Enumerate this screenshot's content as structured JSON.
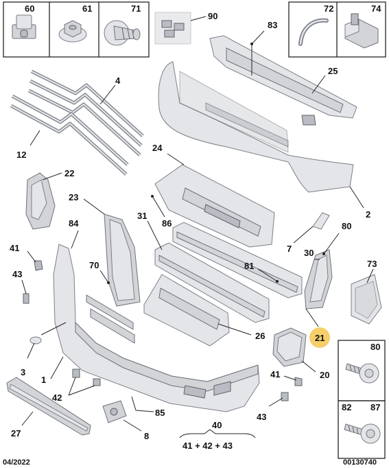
{
  "diagram": {
    "top_boxes": [
      "60",
      "61",
      "71",
      "72",
      "74"
    ],
    "fastener_box_top": [
      "80"
    ],
    "fastener_box_bottom": [
      "82",
      "87"
    ],
    "callouts": [
      "90",
      "83",
      "4",
      "25",
      "12",
      "24",
      "2",
      "22",
      "23",
      "86",
      "84",
      "31",
      "80",
      "7",
      "41",
      "70",
      "30",
      "73",
      "81",
      "43",
      "21",
      "26",
      "3",
      "1",
      "20",
      "41",
      "42",
      "43",
      "27",
      "8",
      "85"
    ],
    "assembly": {
      "number": "40",
      "formula": "41 + 42 + 43"
    },
    "highlight_color": "#f6cf6a",
    "date": "04/2022",
    "reference": "00130740"
  }
}
